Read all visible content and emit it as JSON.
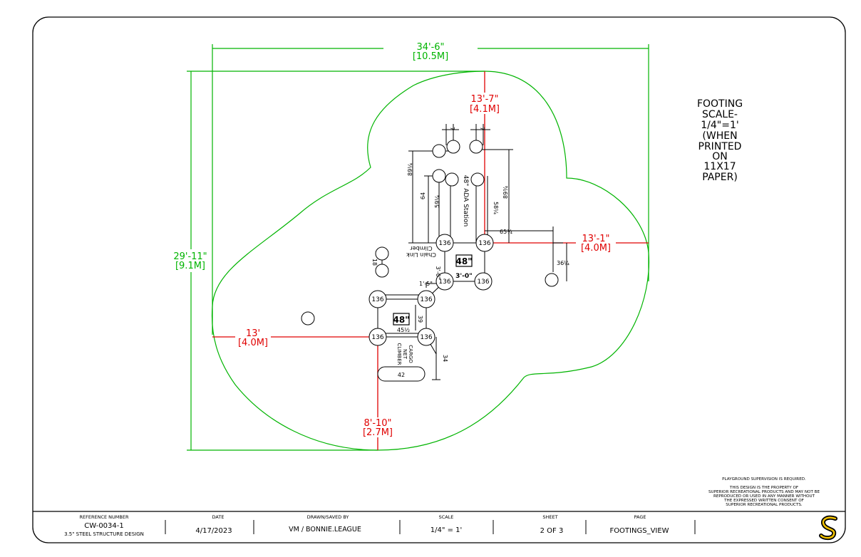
{
  "dimensions": {
    "overall_width": "34'-6\"",
    "overall_width_metric": "[10.5M]",
    "overall_height": "29'-11\"",
    "overall_height_metric": "[9.1M]",
    "top_offset": "13'-7\"",
    "top_offset_metric": "[4.1M]",
    "right_offset": "13'-1\"",
    "right_offset_metric": "[4.0M]",
    "left_offset": "13'",
    "left_offset_metric": "[4.0M]",
    "bottom_offset": "8'-10\"",
    "bottom_offset_metric": "[2.7M]"
  },
  "notes": {
    "footing_scale": [
      "FOOTING",
      "SCALE-",
      "1/4\"=1'",
      "(WHEN",
      "PRINTED",
      "ON",
      "11X17",
      "PAPER)"
    ],
    "supervision": "PLAYGROUND SUPERVISION IS REQUIRED.",
    "property": [
      "THIS DESIGN IS THE PROPERTY OF",
      "SUPERIOR RECREATIONAL PRODUCTS AND MAY NOT BE",
      "REPRODUCED OR USED IN ANY MANNER WITHOUT",
      "THE EXPRESSED WRITTEN CONSENT OF",
      "SUPERIOR RECREATIONAL PRODUCTS."
    ]
  },
  "labels": {
    "ada_station": "48\" ADA Station",
    "chain_link_1": "Chain Link",
    "chain_link_2": "Climber",
    "cargo_1": "CARGO",
    "cargo_2": "NET",
    "cargo_3": "CLIMBER",
    "deck_48_a": "48\"",
    "deck_48_b": "48\"",
    "span_3_0_a": "3'-0\"",
    "span_3_0_b": "3'-0\"",
    "post_136": "136",
    "d7a": "7",
    "d7b": "7",
    "d89a": "89¼",
    "d89b": "89¾",
    "d64": "64",
    "d59": "59¼",
    "d58": "58¼",
    "d65": "65¾",
    "d36": "36¼",
    "d18": "18",
    "d1_5": "1'-5\"",
    "d45": "45½",
    "d39": "39",
    "d34": "34",
    "d42": "42"
  },
  "title_block": {
    "ref_header": "REFERENCE NUMBER",
    "ref_value": "CW-0034-1",
    "ref_desc": "3.5\" STEEL STRUCTURE DESIGN",
    "date_header": "DATE",
    "date_value": "4/17/2023",
    "drawn_header": "DRAWN/SAVED BY",
    "drawn_value": "VM / BONNIE.LEAGUE",
    "scale_header": "SCALE",
    "scale_value": "1/4\" = 1'",
    "sheet_header": "SHEET",
    "sheet_value": "2 OF 3",
    "page_header": "PAGE",
    "page_value": "FOOTINGS_VIEW"
  },
  "colors": {
    "green": "#00b400",
    "red": "#e00000",
    "logo_yellow": "#f2c200"
  }
}
